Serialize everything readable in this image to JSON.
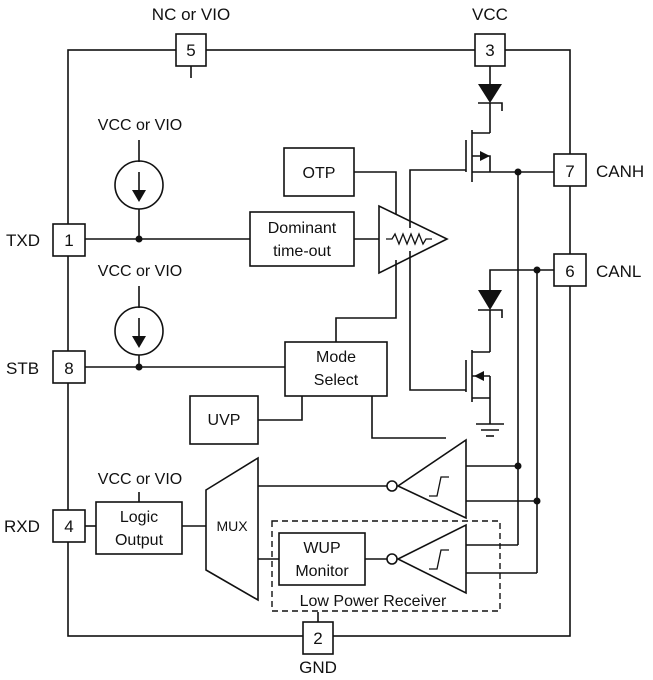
{
  "pins": {
    "p5": {
      "number": "5",
      "name": "NC or VIO"
    },
    "p3": {
      "number": "3",
      "name": "VCC"
    },
    "p1": {
      "number": "1",
      "name": "TXD"
    },
    "p8": {
      "number": "8",
      "name": "STB"
    },
    "p4": {
      "number": "4",
      "name": "RXD"
    },
    "p7": {
      "number": "7",
      "name": "CANH"
    },
    "p6": {
      "number": "6",
      "name": "CANL"
    },
    "p2": {
      "number": "2",
      "name": "GND"
    }
  },
  "sources": {
    "txd_pullup": "VCC or VIO",
    "stb_pullup": "VCC or VIO",
    "rxd_supply": "VCC or VIO"
  },
  "blocks": {
    "otp": "OTP",
    "dominant_timeout": [
      "Dominant",
      "time-out"
    ],
    "mode_select": [
      "Mode",
      "Select"
    ],
    "uvp": "UVP",
    "logic_output": [
      "Logic",
      "Output"
    ],
    "mux": "MUX",
    "wup_monitor": [
      "WUP",
      "Monitor"
    ],
    "low_power_receiver": "Low Power Receiver"
  }
}
